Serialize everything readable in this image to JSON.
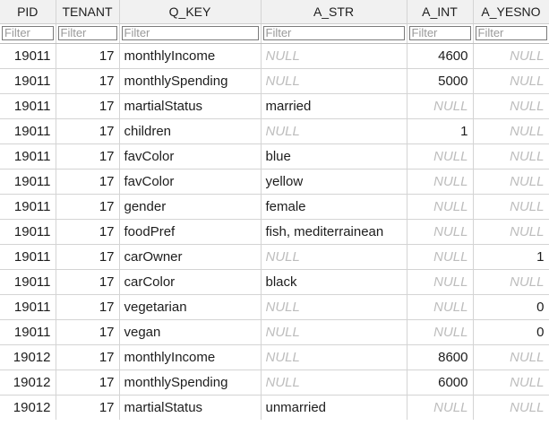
{
  "columns": [
    "PID",
    "TENANT",
    "Q_KEY",
    "A_STR",
    "A_INT",
    "A_YESNO"
  ],
  "filter_placeholder": "Filter",
  "null_label": "NULL",
  "rows": [
    {
      "pid": "19011",
      "tenant": "17",
      "q_key": "monthlyIncome",
      "a_str": null,
      "a_int": "4600",
      "a_yesno": null
    },
    {
      "pid": "19011",
      "tenant": "17",
      "q_key": "monthlySpending",
      "a_str": null,
      "a_int": "5000",
      "a_yesno": null
    },
    {
      "pid": "19011",
      "tenant": "17",
      "q_key": "martialStatus",
      "a_str": "married",
      "a_int": null,
      "a_yesno": null
    },
    {
      "pid": "19011",
      "tenant": "17",
      "q_key": "children",
      "a_str": null,
      "a_int": "1",
      "a_yesno": null
    },
    {
      "pid": "19011",
      "tenant": "17",
      "q_key": "favColor",
      "a_str": "blue",
      "a_int": null,
      "a_yesno": null
    },
    {
      "pid": "19011",
      "tenant": "17",
      "q_key": "favColor",
      "a_str": "yellow",
      "a_int": null,
      "a_yesno": null
    },
    {
      "pid": "19011",
      "tenant": "17",
      "q_key": "gender",
      "a_str": "female",
      "a_int": null,
      "a_yesno": null
    },
    {
      "pid": "19011",
      "tenant": "17",
      "q_key": "foodPref",
      "a_str": "fish, mediterrainean",
      "a_int": null,
      "a_yesno": null
    },
    {
      "pid": "19011",
      "tenant": "17",
      "q_key": "carOwner",
      "a_str": null,
      "a_int": null,
      "a_yesno": "1"
    },
    {
      "pid": "19011",
      "tenant": "17",
      "q_key": "carColor",
      "a_str": "black",
      "a_int": null,
      "a_yesno": null
    },
    {
      "pid": "19011",
      "tenant": "17",
      "q_key": "vegetarian",
      "a_str": null,
      "a_int": null,
      "a_yesno": "0"
    },
    {
      "pid": "19011",
      "tenant": "17",
      "q_key": "vegan",
      "a_str": null,
      "a_int": null,
      "a_yesno": "0"
    },
    {
      "pid": "19012",
      "tenant": "17",
      "q_key": "monthlyIncome",
      "a_str": null,
      "a_int": "8600",
      "a_yesno": null
    },
    {
      "pid": "19012",
      "tenant": "17",
      "q_key": "monthlySpending",
      "a_str": null,
      "a_int": "6000",
      "a_yesno": null
    },
    {
      "pid": "19012",
      "tenant": "17",
      "q_key": "martialStatus",
      "a_str": "unmarried",
      "a_int": null,
      "a_yesno": null
    }
  ]
}
